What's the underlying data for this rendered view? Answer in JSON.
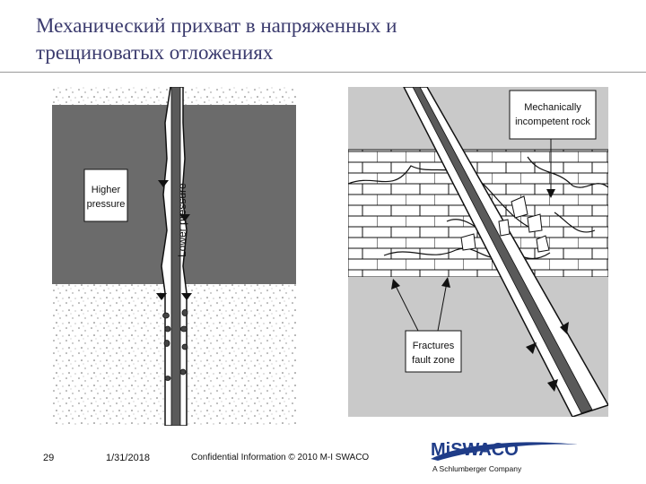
{
  "slide": {
    "title_line1": "Механический прихват в напряженных и",
    "title_line2": "трещиноватых отложениях"
  },
  "left_figure": {
    "label_higher": [
      "Higher",
      "pressure"
    ],
    "label_lower": "Lower pressure"
  },
  "right_figure": {
    "label_rock": [
      "Mechanically",
      "incompetent rock"
    ],
    "label_fractures": [
      "Fractures",
      "fault zone"
    ]
  },
  "footer": {
    "page_number": "29",
    "date": "1/31/2018",
    "confidential": "Confidential Information  © 2010 M-I SWACO"
  },
  "logo": {
    "name": "MiSWACO",
    "tagline": "A Schlumberger Company"
  },
  "colors": {
    "title": "#3b3b6e",
    "formation_gray": "#6b6b6b",
    "light_gray": "#c9c9c9",
    "logo_blue": "#1f3c88"
  }
}
